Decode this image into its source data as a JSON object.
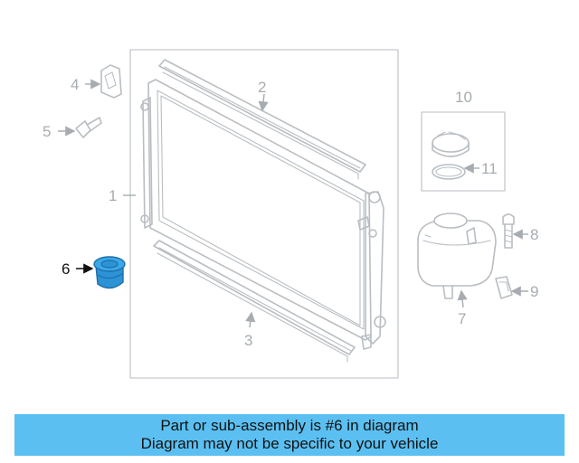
{
  "callouts": {
    "c1": "1",
    "c2": "2",
    "c3": "3",
    "c4": "4",
    "c5": "5",
    "c6": "6",
    "c7": "7",
    "c8": "8",
    "c9": "9",
    "c10": "10",
    "c11": "11"
  },
  "highlight_callout": "6",
  "colors": {
    "highlight_part": "#3aa7e8",
    "banner": "#5bc0f1",
    "line_art": "#b9bec3"
  },
  "banner": {
    "line1": "Part or sub-assembly is #6 in diagram",
    "line2": "Diagram may not be specific to your vehicle"
  }
}
